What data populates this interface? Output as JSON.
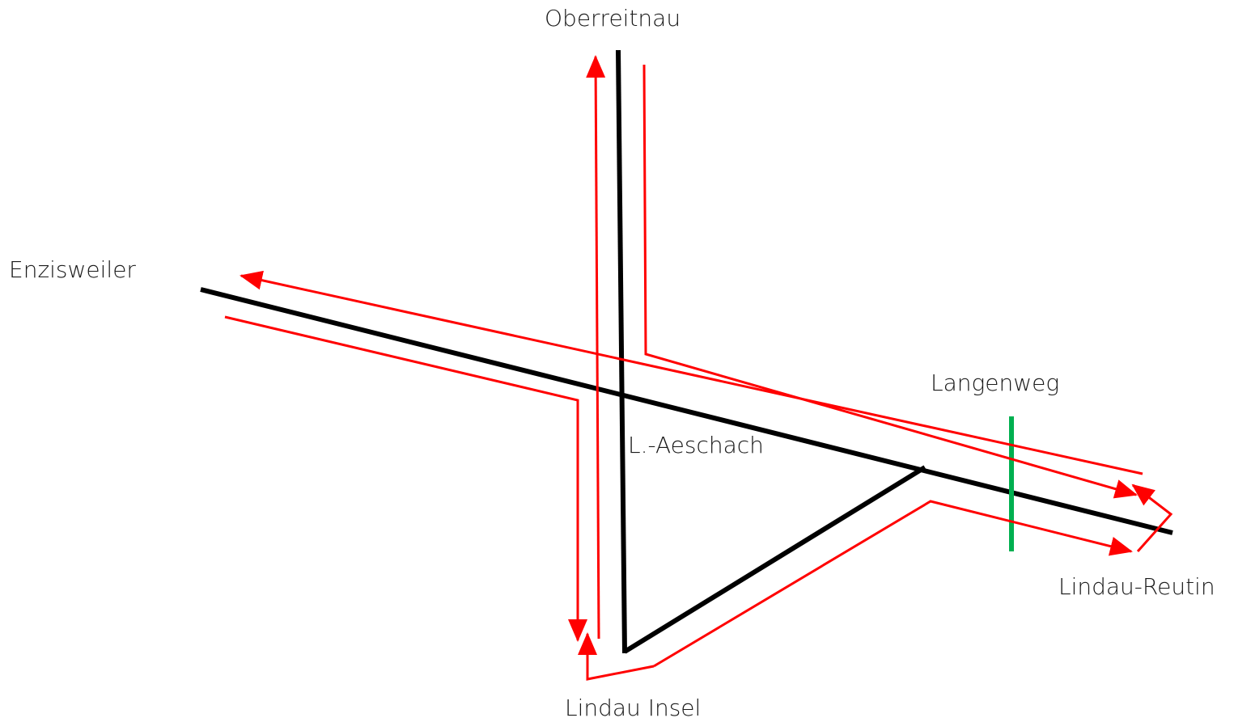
{
  "labels": {
    "oberreitnau": "Oberreitnau",
    "enzisweiler": "Enzisweiler",
    "langenweg": "Langenweg",
    "aeschach": "L.-Aeschach",
    "reutin": "Lindau-Reutin",
    "insel": "Lindau Insel"
  },
  "colors": {
    "track": "#000000",
    "route": "#ff0000",
    "marker": "#00b050"
  }
}
